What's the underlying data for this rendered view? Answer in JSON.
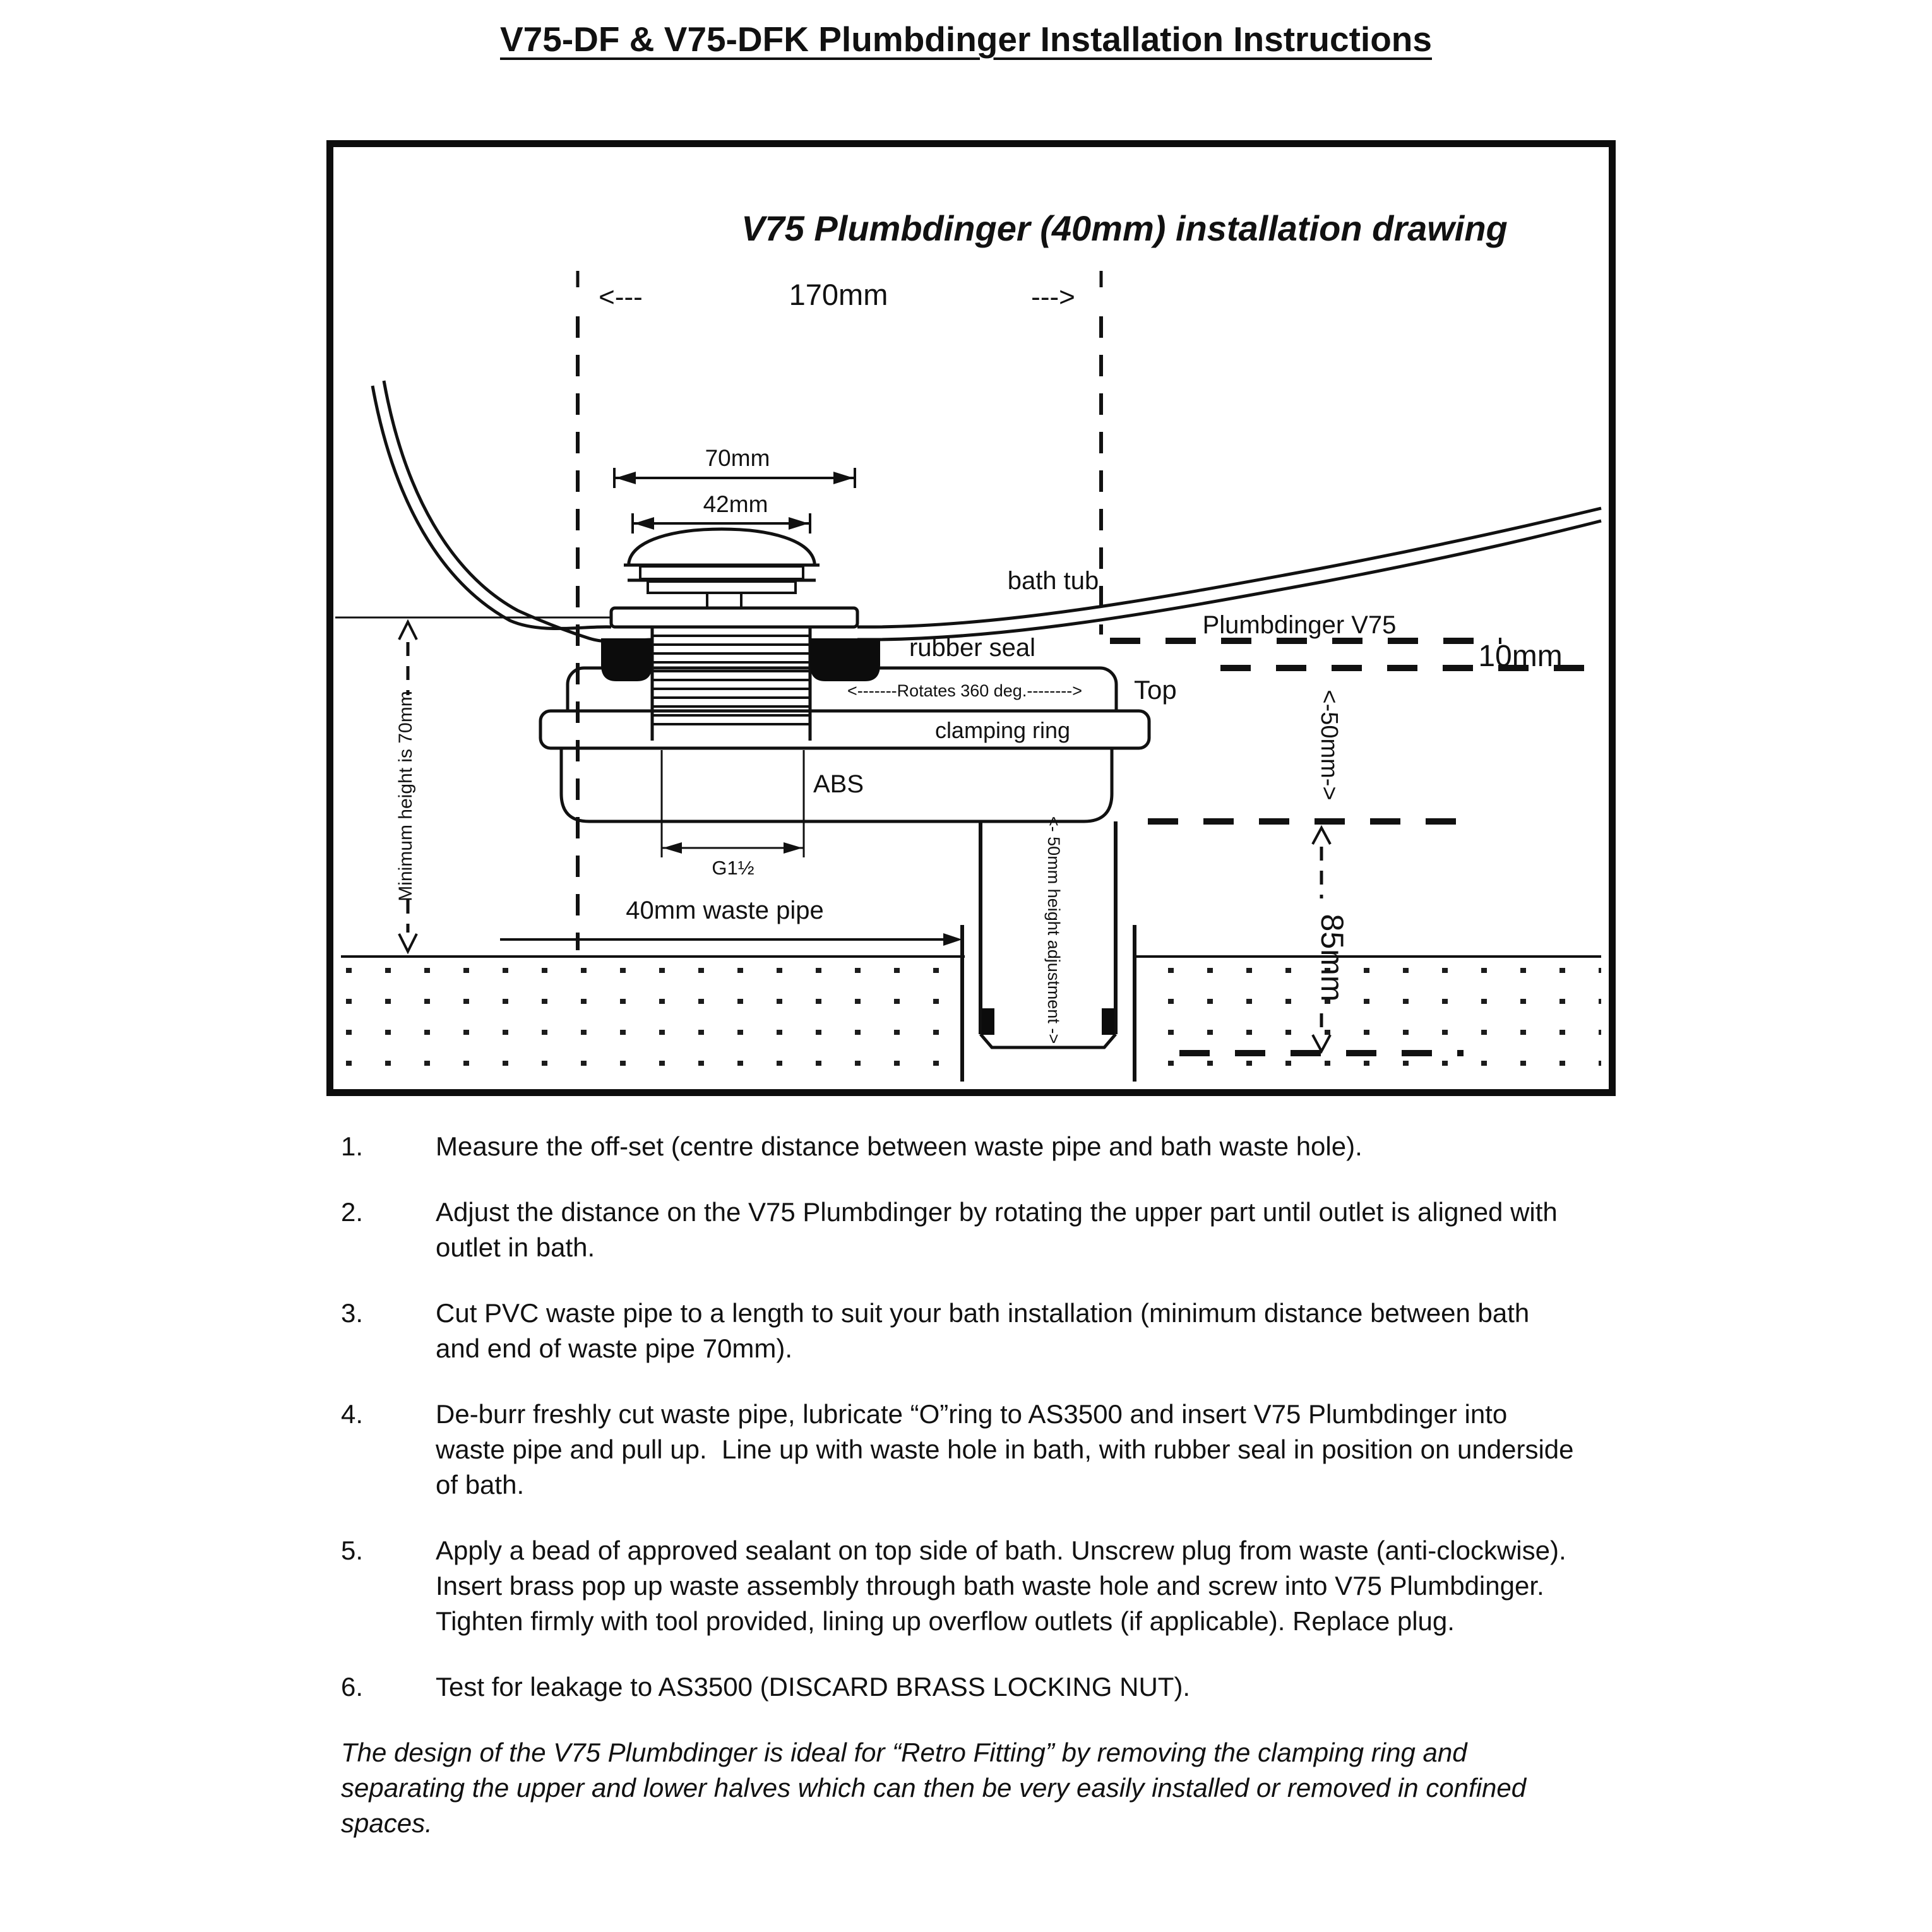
{
  "page": {
    "title": "V75-DF & V75-DFK Plumbdinger Installation Instructions"
  },
  "drawing": {
    "title": "V75 Plumbdinger (40mm) installation drawing",
    "dims": {
      "width170": "170mm",
      "arrow_left": "<---",
      "arrow_right": "--->",
      "d70": "70mm",
      "d42": "42mm",
      "d10": "10mm",
      "d50": "<-50mm->",
      "d85": "85mm",
      "g15": "G1½",
      "min_height": "Minimum height is 70mm",
      "height_adjust": "<- 50mm height adjustment ->",
      "rotates": "<-------Rotates 360 deg.-------->"
    },
    "labels": {
      "bath_tub": "bath tub",
      "plumbdinger": "Plumbdinger V75",
      "rubber_seal": "rubber seal",
      "top": "Top",
      "clamping_ring": "clamping ring",
      "abs": "ABS",
      "waste_pipe": "40mm waste pipe"
    }
  },
  "instructions": [
    {
      "num": "1.",
      "text": "Measure the off-set (centre distance between waste pipe and bath waste hole)."
    },
    {
      "num": "2.",
      "text": "Adjust the distance on the V75 Plumbdinger by rotating the upper part until outlet is aligned with outlet in bath."
    },
    {
      "num": "3.",
      "text": "Cut PVC waste pipe to a length to suit your bath installation (minimum distance between bath and end of waste pipe 70mm)."
    },
    {
      "num": "4.",
      "text": "De-burr freshly cut waste pipe, lubricate “O”ring to AS3500 and insert V75 Plumbdinger into waste pipe and pull up.  Line up with waste hole in bath, with rubber seal in position on underside of bath."
    },
    {
      "num": "5.",
      "text": "Apply a bead of approved sealant on top side of bath. Unscrew plug from waste (anti-clockwise). Insert brass pop up waste assembly through bath waste hole and screw into V75 Plumbdinger. Tighten firmly with tool provided, lining up overflow outlets (if applicable). Replace plug."
    },
    {
      "num": "6.",
      "text": "Test for leakage to AS3500 (DISCARD BRASS LOCKING NUT)."
    }
  ],
  "note": "The design of the V75 Plumbdinger is ideal for “Retro Fitting” by removing the clamping ring and separating the upper and lower halves which can then be very easily installed or removed in confined spaces."
}
